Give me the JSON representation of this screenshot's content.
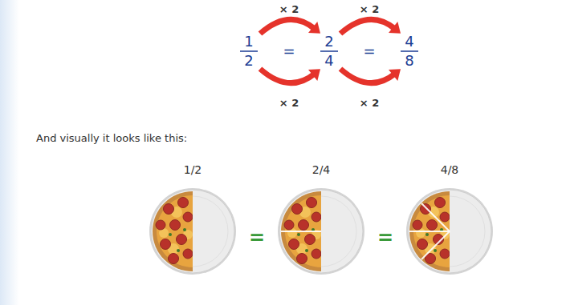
{
  "diagram": {
    "labels": [
      "× 2",
      "× 2",
      "1",
      "=",
      "2",
      "=",
      "4",
      "2",
      "4",
      "8",
      "× 2",
      "× 2",
      "And visually it looks like this:",
      "1/2",
      "2/4",
      "4/8",
      "=",
      "="
    ]
  }
}
